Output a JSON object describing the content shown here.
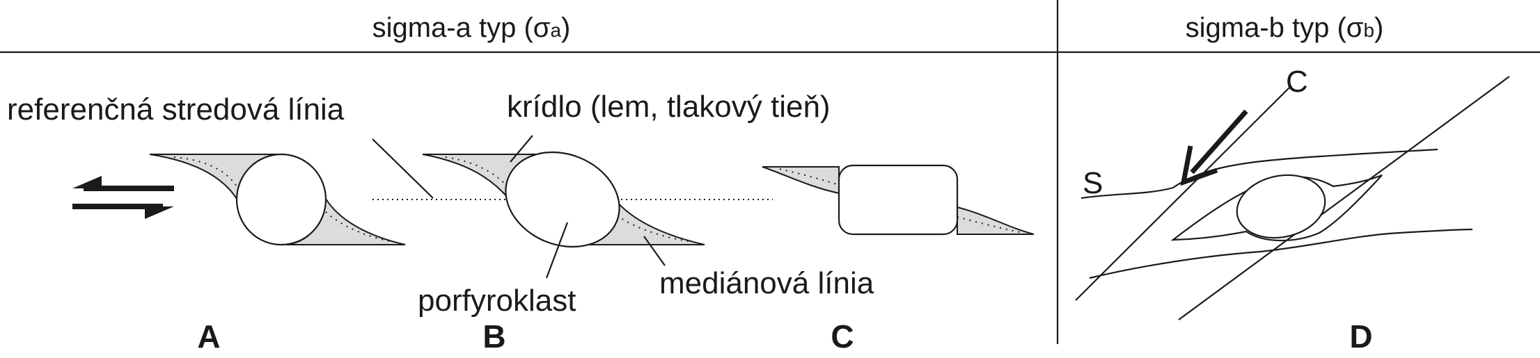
{
  "header": {
    "sigma_a_title": "sigma-a typ (σ",
    "sigma_a_sub": "a",
    "sigma_a_close": ")",
    "sigma_b_title": "sigma-b typ (σ",
    "sigma_b_sub": "b",
    "sigma_b_close": ")"
  },
  "labels": {
    "reference_line": "referenčná stredová línia",
    "wing": "krídlo (lem, tlakový tieň)",
    "porphyroclast": "porfyroklast",
    "median_line": "mediánová línia",
    "foliation_s": "S",
    "shear_c": "C"
  },
  "panels": [
    "A",
    "B",
    "C",
    "D"
  ],
  "colors": {
    "ink": "#1a1a1a",
    "wing_fill": "#dcdcdc",
    "background": "#ffffff"
  }
}
